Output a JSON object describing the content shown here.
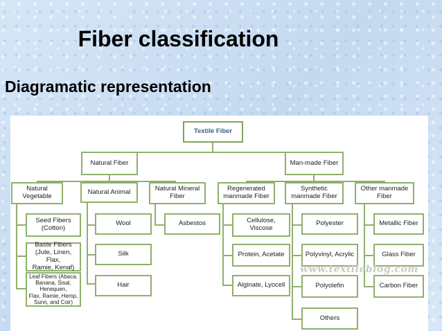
{
  "slide": {
    "title": "Fiber classification",
    "subtitle": "Diagramatic representation"
  },
  "diagram": {
    "root": "Textile Fiber",
    "natural": "Natural Fiber",
    "manmade": "Man-made Fiber",
    "natural_vegetable": "Natural\nVegetable",
    "natural_animal": "Natural Animal",
    "natural_mineral": "Natural Mineral\nFiber",
    "regenerated": "Regenerated\nmanmade Fiber",
    "synthetic": "Synthetic\nmanmade Fiber",
    "other_manmade": "Other manmade\nFiber",
    "seed": "Seed Fibers\n(Cotton)",
    "baste": "Baste Fibers\n(Jute, Linen, Flax,\nRamie, Kenaf)",
    "leaf": "Leaf Fibers (Abaca,\nBanana, Sisal,\nHenequen,\nFlax, Ramie, Hemp,\nSunn, and Coir)",
    "wool": "Wool",
    "silk": "Silk",
    "hair": "Hair",
    "asbestos": "Asbestos",
    "cellulose": "Cellulose,\nViscose",
    "protein": "Protein, Acetate",
    "alginate": "Alginate, Lyocell",
    "polyester": "Polyester",
    "polyvinyl": "Polyvinyl, Acrylic",
    "polyolefin": "Polyolefin",
    "others": "Others",
    "metallic": "Metallic Fiber",
    "glass": "Glass Fiber",
    "carbon": "Carbon Fiber",
    "watermark": "www.textileblog.com"
  },
  "colors": {
    "connector": "#8fb06b",
    "root_text": "#3b5f86"
  }
}
